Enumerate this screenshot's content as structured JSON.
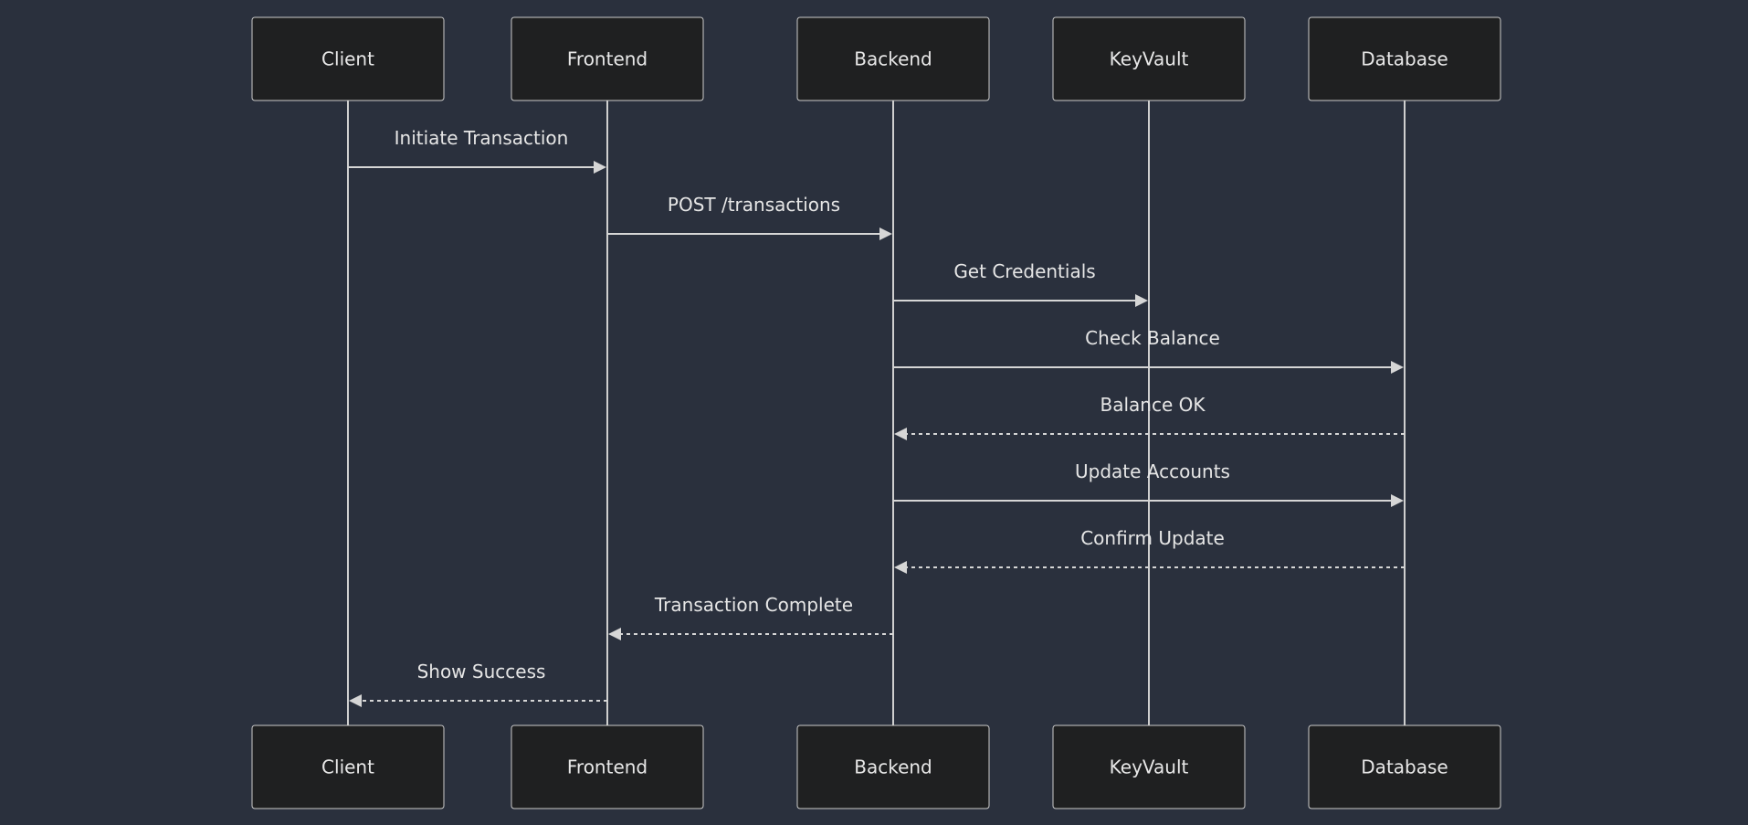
{
  "diagram": {
    "participants": [
      {
        "id": "client",
        "label": "Client"
      },
      {
        "id": "frontend",
        "label": "Frontend"
      },
      {
        "id": "backend",
        "label": "Backend"
      },
      {
        "id": "keyvault",
        "label": "KeyVault"
      },
      {
        "id": "database",
        "label": "Database"
      }
    ],
    "messages": [
      {
        "from": "client",
        "to": "frontend",
        "label": "Initiate Transaction",
        "style": "solid"
      },
      {
        "from": "frontend",
        "to": "backend",
        "label": "POST /transactions",
        "style": "solid"
      },
      {
        "from": "backend",
        "to": "keyvault",
        "label": "Get Credentials",
        "style": "solid"
      },
      {
        "from": "backend",
        "to": "database",
        "label": "Check Balance",
        "style": "solid"
      },
      {
        "from": "database",
        "to": "backend",
        "label": "Balance OK",
        "style": "dashed"
      },
      {
        "from": "backend",
        "to": "database",
        "label": "Update Accounts",
        "style": "solid"
      },
      {
        "from": "database",
        "to": "backend",
        "label": "Confirm Update",
        "style": "dashed"
      },
      {
        "from": "backend",
        "to": "frontend",
        "label": "Transaction Complete",
        "style": "dashed"
      },
      {
        "from": "frontend",
        "to": "client",
        "label": "Show Success",
        "style": "dashed"
      }
    ]
  },
  "colors": {
    "background": "#2a303d",
    "box_fill": "#1f2021",
    "box_stroke": "#cccccc",
    "line": "#d6d6d6",
    "text": "#e6e6e6"
  }
}
